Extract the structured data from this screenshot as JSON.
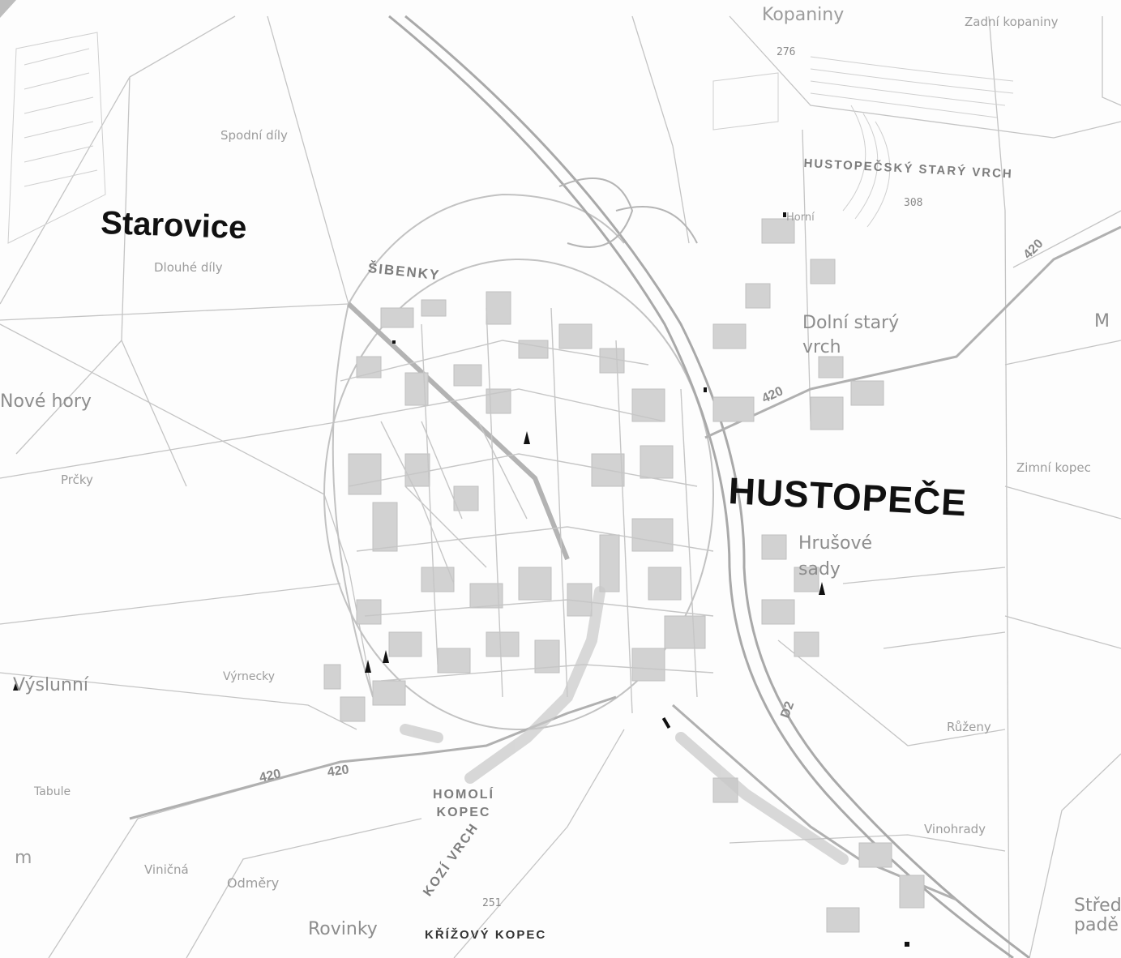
{
  "map": {
    "labels": {
      "hustopece": "HUSTOPEČE",
      "starovice": "Starovice",
      "kopaniny": "Kopaniny",
      "zadni_kopaniny": "Zadní kopaniny",
      "hustopecsky_stary_vrch": "HUSTOPEČSKÝ STARÝ VRCH",
      "dolni_stary_vrch": "Dolní starý vrch",
      "sibenky": "ŠIBENKY",
      "spodni_dily": "Spodní díly",
      "dlouhe_dily": "Dlouhé díly",
      "nove_hory": "Nové hory",
      "prcky": "Prčky",
      "vyslunni": "Výslunní",
      "vyrnecky": "Výrnecky",
      "tabule": "Tabule",
      "vinicna": "Viničná",
      "odmery": "Odměry",
      "rovinky": "Rovinky",
      "homoli_kopec": "HOMOLÍ KOPEC",
      "kozi_vrch": "KOZÍ VRCH",
      "krizovy_kopec": "KŘÍŽOVÝ KOPEC",
      "zimni_kopec": "Zimní kopec",
      "hrusove_sady": "Hrušové sady",
      "ruzeny": "Růženy",
      "vinohrady": "Vinohrady",
      "stred_padel": "Střed padě",
      "m_edge": "M",
      "m_left": "m",
      "horni": "Horní"
    },
    "elevations": {
      "e276": "276",
      "e308": "308",
      "e251": "251"
    },
    "roads": {
      "r420_a": "420",
      "r420_b": "420",
      "r420_c": "420",
      "r420_d": "420",
      "d2": "D2"
    },
    "colors": {
      "paper": "#fdfdfd",
      "line": "#bdbdbd",
      "road": "#a8a8a8",
      "built": "#c9c9c9",
      "ink": "#111111"
    }
  }
}
